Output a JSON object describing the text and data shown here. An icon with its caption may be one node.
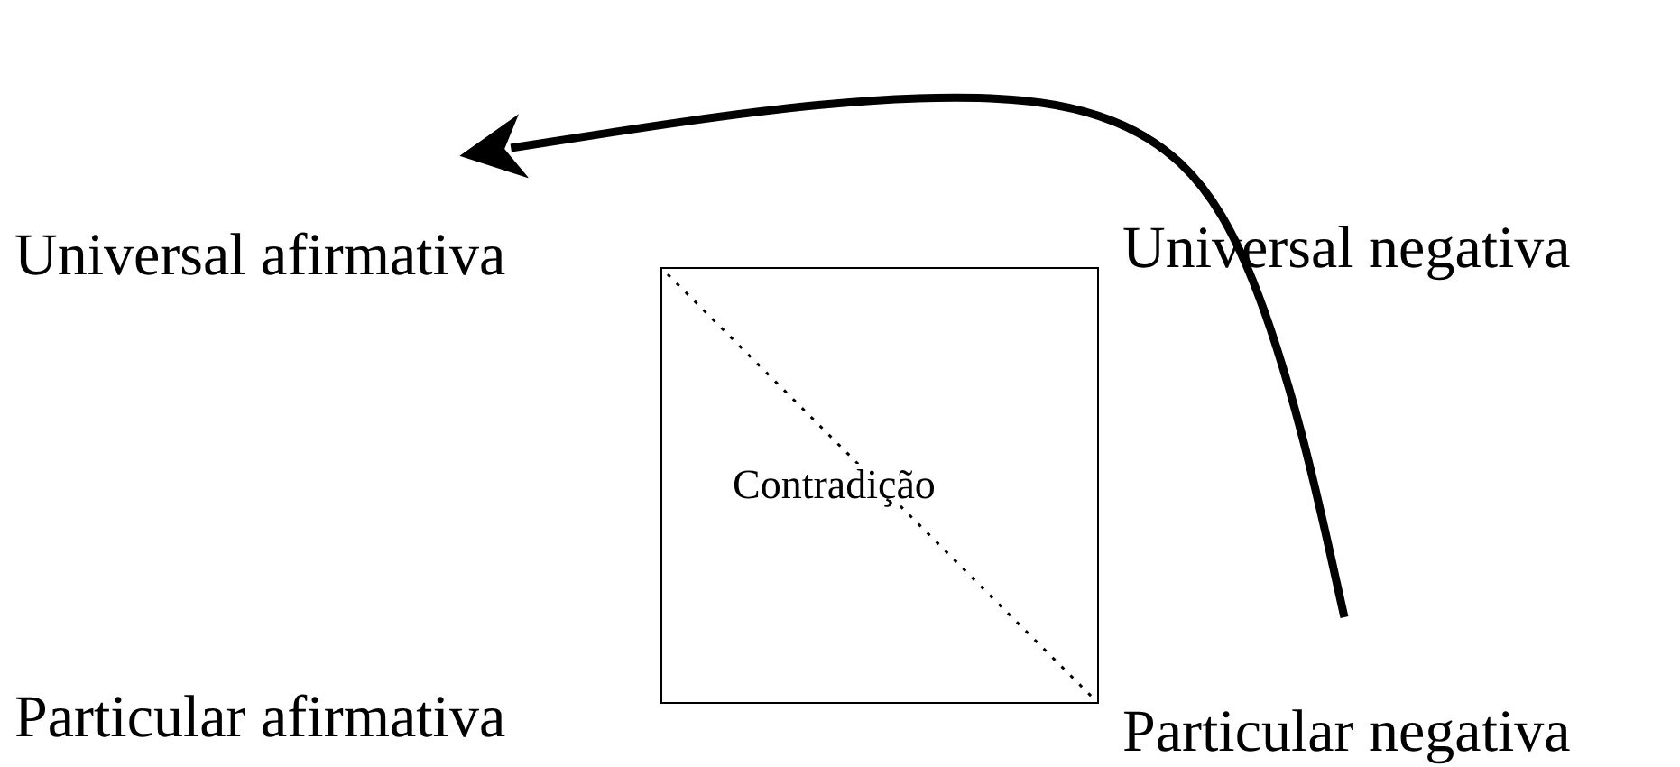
{
  "diagram": {
    "nodes": [
      {
        "text": [
          "Universal afirmativa"
        ]
      },
      {
        "text": [
          "Universal negativa"
        ]
      },
      {
        "text": [
          "Particular afirmativa"
        ]
      },
      {
        "text": [
          "Particular negativa"
        ]
      },
      {
        "text": [
          "Contradição"
        ]
      }
    ],
    "edges": [
      {
        "from": 3,
        "to": 0,
        "arrow": "to"
      }
    ]
  }
}
